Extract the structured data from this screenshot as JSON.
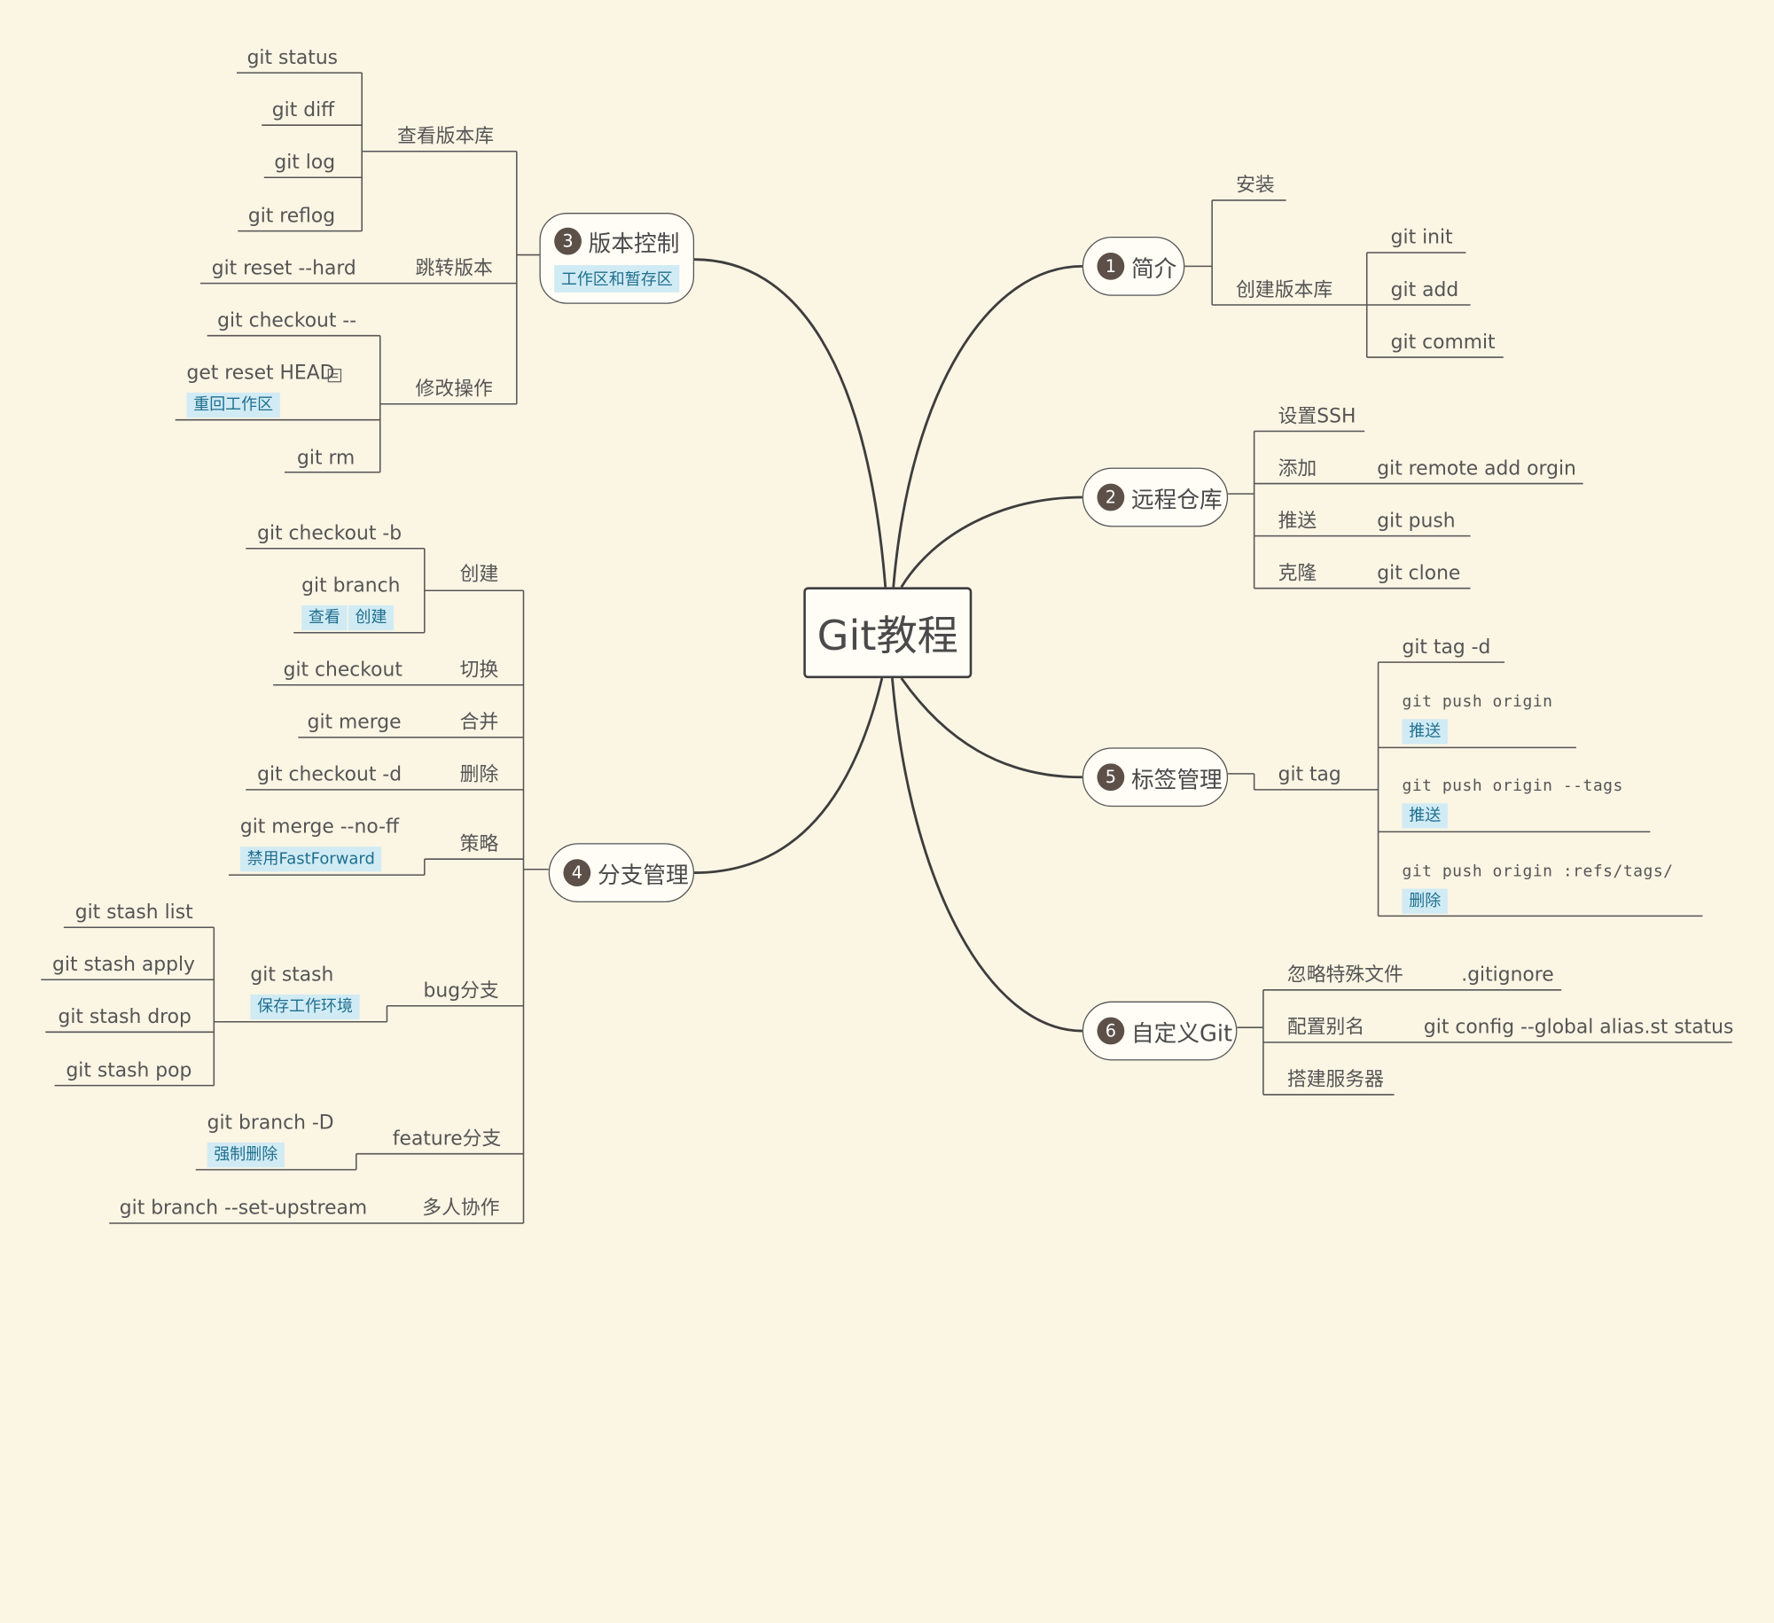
{
  "central": "Git教程",
  "branches": {
    "b1": {
      "num": "1",
      "label": "简介"
    },
    "b2": {
      "num": "2",
      "label": "远程仓库"
    },
    "b3": {
      "num": "3",
      "label": "版本控制",
      "tag": "工作区和暂存区"
    },
    "b4": {
      "num": "4",
      "label": "分支管理"
    },
    "b5": {
      "num": "5",
      "label": "标签管理"
    },
    "b6": {
      "num": "6",
      "label": "自定义Git"
    }
  },
  "b1": {
    "install": "安装",
    "create_repo": "创建版本库",
    "init": "git init",
    "add": "git add",
    "commit": "git commit"
  },
  "b2": {
    "ssh": "设置SSH",
    "add_label": "添加",
    "add_cmd": "git remote add orgin",
    "push_label": "推送",
    "push_cmd": "git push",
    "clone_label": "克隆",
    "clone_cmd": "git clone"
  },
  "b3": {
    "view_repo": "查看版本库",
    "status": "git status",
    "diff": "git diff",
    "log": "git log",
    "reflog": "git reflog",
    "jump": "跳转版本",
    "reset_hard": "git reset --hard",
    "modify": "修改操作",
    "checkout_dash": "git checkout --",
    "reset_head": "get reset HEAD",
    "reset_head_tag": "重回工作区",
    "rm": "git rm"
  },
  "b4": {
    "create": "创建",
    "checkout_b": "git checkout -b",
    "branch": "git branch",
    "branch_tag1": "查看",
    "branch_tag2": "创建",
    "switch": "切换",
    "checkout": "git checkout",
    "merge_label": "合并",
    "merge": "git merge",
    "delete": "删除",
    "checkout_d": "git checkout -d",
    "strategy": "策略",
    "merge_noff": "git merge --no-ff",
    "merge_noff_tag": "禁用FastForward",
    "bug": "bug分支",
    "stash": "git stash",
    "stash_tag": "保存工作环境",
    "stash_list": "git stash list",
    "stash_apply": "git stash apply",
    "stash_drop": "git stash drop",
    "stash_pop": "git stash pop",
    "feature": "feature分支",
    "branch_D": "git branch -D",
    "branch_D_tag": "强制删除",
    "collab": "多人协作",
    "set_upstream": "git branch --set-upstream"
  },
  "b5": {
    "tag": "git tag",
    "tag_d": "git tag -d",
    "push_origin": "git push origin",
    "push_origin_tag": "推送",
    "push_tags": "git push origin --tags",
    "push_tags_tag": "推送",
    "push_refs": "git push origin :refs/tags/",
    "push_refs_tag": "删除"
  },
  "b6": {
    "ignore_label": "忽略特殊文件",
    "ignore_val": ".gitignore",
    "alias_label": "配置别名",
    "alias_val": "git config --global alias.st status",
    "server": "搭建服务器"
  }
}
